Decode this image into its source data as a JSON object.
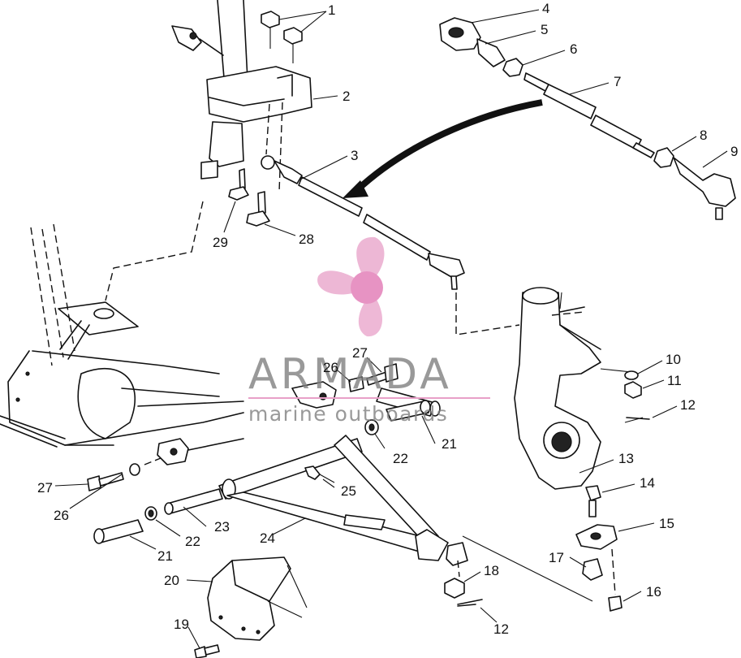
{
  "watermark": {
    "brand": "ARMADA",
    "tagline": "marine outboards",
    "brand_color": "#7a7a7a",
    "logo_color": "#e8a0c8"
  },
  "callouts": [
    {
      "id": "c1",
      "text": "1"
    },
    {
      "id": "c2",
      "text": "2"
    },
    {
      "id": "c3",
      "text": "3"
    },
    {
      "id": "c4",
      "text": "4"
    },
    {
      "id": "c5",
      "text": "5"
    },
    {
      "id": "c6",
      "text": "6"
    },
    {
      "id": "c7",
      "text": "7"
    },
    {
      "id": "c8",
      "text": "8"
    },
    {
      "id": "c9",
      "text": "9"
    },
    {
      "id": "c10",
      "text": "10"
    },
    {
      "id": "c11",
      "text": "11"
    },
    {
      "id": "c12a",
      "text": "12"
    },
    {
      "id": "c12b",
      "text": "12"
    },
    {
      "id": "c13",
      "text": "13"
    },
    {
      "id": "c14",
      "text": "14"
    },
    {
      "id": "c15",
      "text": "15"
    },
    {
      "id": "c16",
      "text": "16"
    },
    {
      "id": "c17",
      "text": "17"
    },
    {
      "id": "c18",
      "text": "18"
    },
    {
      "id": "c19",
      "text": "19"
    },
    {
      "id": "c20",
      "text": "20"
    },
    {
      "id": "c21a",
      "text": "21"
    },
    {
      "id": "c21b",
      "text": "21"
    },
    {
      "id": "c22a",
      "text": "22"
    },
    {
      "id": "c22b",
      "text": "22"
    },
    {
      "id": "c23",
      "text": "23"
    },
    {
      "id": "c24",
      "text": "24"
    },
    {
      "id": "c25",
      "text": "25"
    },
    {
      "id": "c26a",
      "text": "26"
    },
    {
      "id": "c26b",
      "text": "26"
    },
    {
      "id": "c27a",
      "text": "27"
    },
    {
      "id": "c27b",
      "text": "27"
    },
    {
      "id": "c28",
      "text": "28"
    },
    {
      "id": "c29",
      "text": "29"
    }
  ]
}
